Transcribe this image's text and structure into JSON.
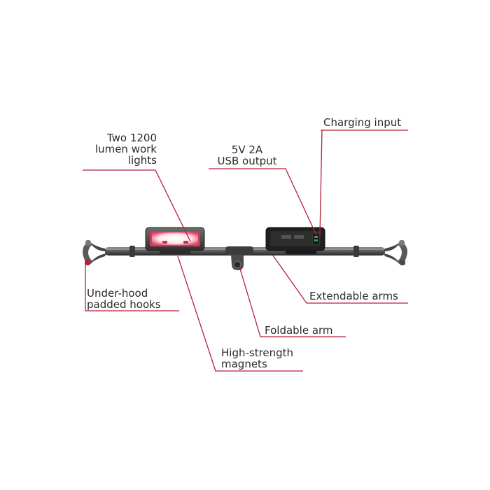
{
  "accent_color": "#b3213a",
  "labels": {
    "work_lights": [
      "Two 1200",
      "lumen work",
      "lights"
    ],
    "usb_output": [
      "5V 2A",
      "USB output"
    ],
    "charging_input": "Charging input",
    "hooks": [
      "Under-hood",
      "padded hooks"
    ],
    "extendable_arms": "Extendable arms",
    "foldable_arm": "Foldable arm",
    "magnets": [
      "High-strength",
      "magnets"
    ]
  }
}
